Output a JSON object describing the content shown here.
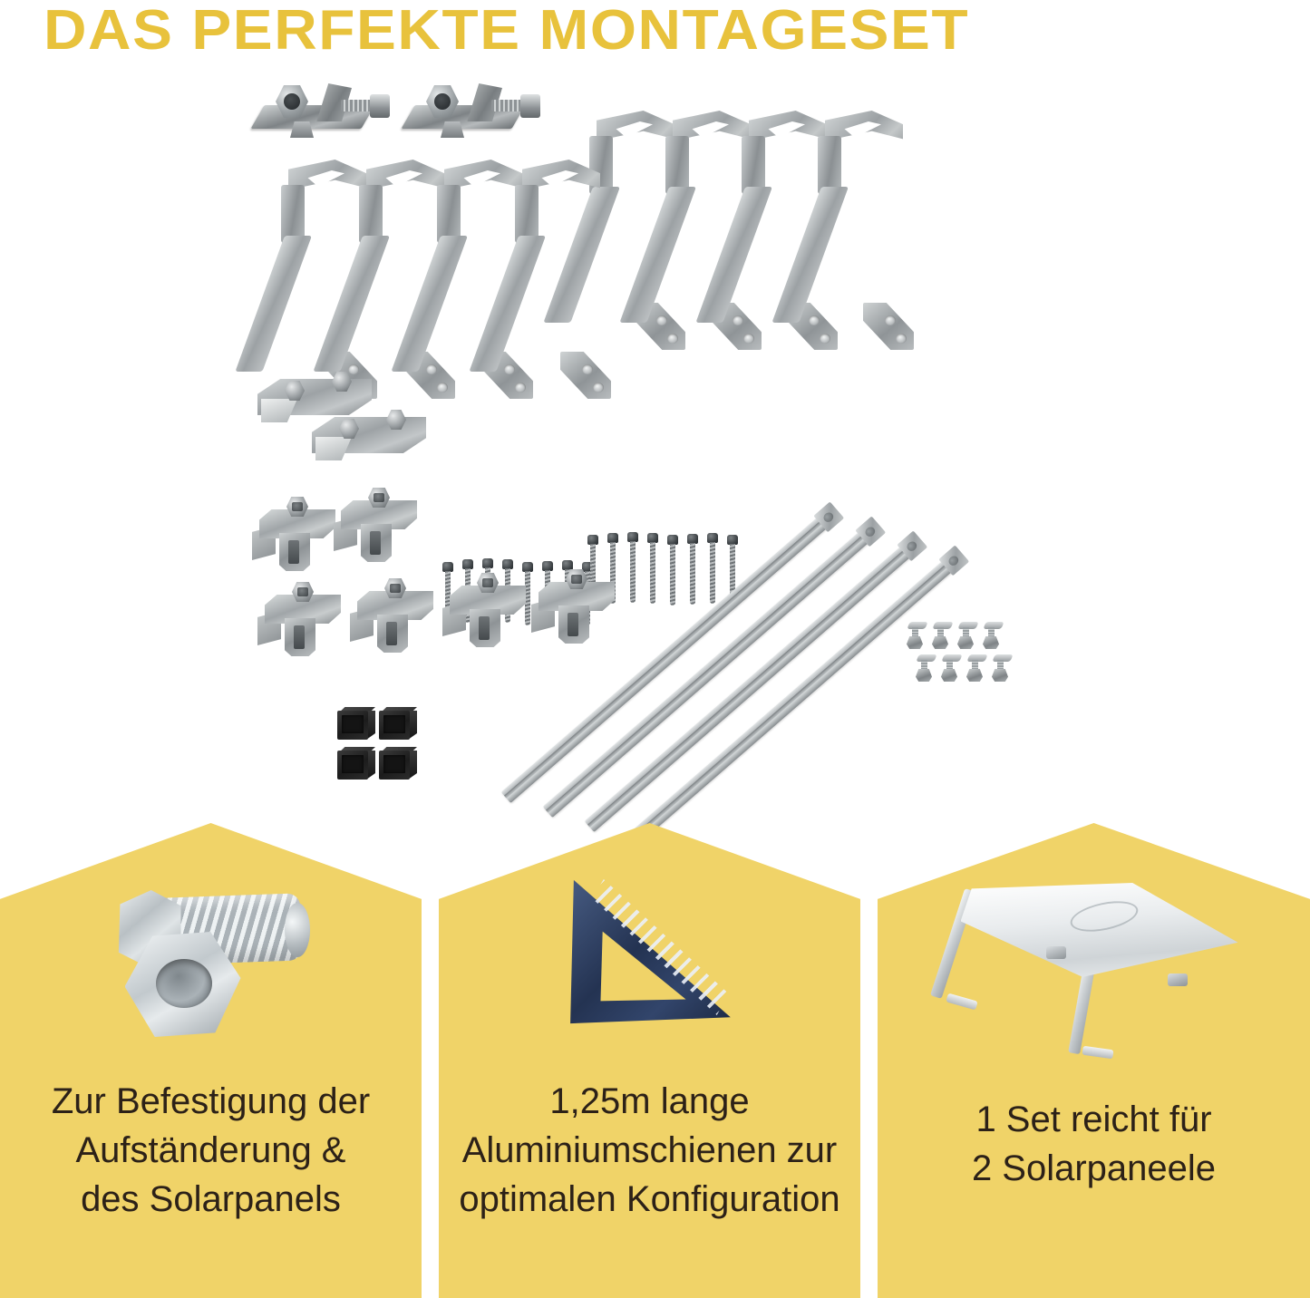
{
  "headline": "DAS PERFEKTE MONTAGESET",
  "theme": {
    "headline_color": "#E8C23C",
    "panel_color": "#F0D368",
    "panel_text_color": "#2C2118",
    "background": "#FFFFFF",
    "metal_color": "#AEB3B5",
    "endcap_color": "#1C1C1C",
    "setsquare_color": "#243352"
  },
  "product_photo": {
    "name": "solar-mounting-kit-photo",
    "components": [
      {
        "id": "grounding-clamps",
        "label": "Erdungsklemmen",
        "count": 2
      },
      {
        "id": "roof-hooks",
        "label": "Dachhaken",
        "count": 8
      },
      {
        "id": "rail-connectors",
        "label": "Schienenverbinder",
        "count": 2
      },
      {
        "id": "end-clamps",
        "label": "Endklemmen",
        "count": 2
      },
      {
        "id": "middle-clamps",
        "label": "Mittelklemmen",
        "count": 4
      },
      {
        "id": "wood-screws-short",
        "label": "Holzschrauben kurz",
        "count": 8
      },
      {
        "id": "wood-screws-long",
        "label": "Holzschrauben lang",
        "count": 8
      },
      {
        "id": "aluminium-rails",
        "label": "Aluminiumschienen",
        "count": 4
      },
      {
        "id": "t-head-bolts",
        "label": "Hammerkopfschrauben",
        "count": 8
      },
      {
        "id": "rail-end-caps",
        "label": "Endkappen",
        "count": 4
      }
    ]
  },
  "panels": [
    {
      "id": "panel-fastening",
      "icon": "bolt-and-nut-icon",
      "caption_lines": [
        "Zur Befestigung der",
        "Aufständerung &",
        "des Solarpanels"
      ],
      "caption": "Zur Befestigung der Aufständerung & des Solarpanels"
    },
    {
      "id": "panel-rail-length",
      "icon": "set-square-icon",
      "caption_lines": [
        "1,25m lange",
        "Aluminiumschienen zur",
        "optimalen Konfiguration"
      ],
      "caption": "1,25m lange Aluminiumschienen zur optimalen Konfiguration"
    },
    {
      "id": "panel-coverage",
      "icon": "tilt-mount-icon",
      "caption_lines": [
        "1 Set reicht für",
        "2 Solarpaneele"
      ],
      "caption": "1 Set reicht für 2 Solarpaneele"
    }
  ]
}
